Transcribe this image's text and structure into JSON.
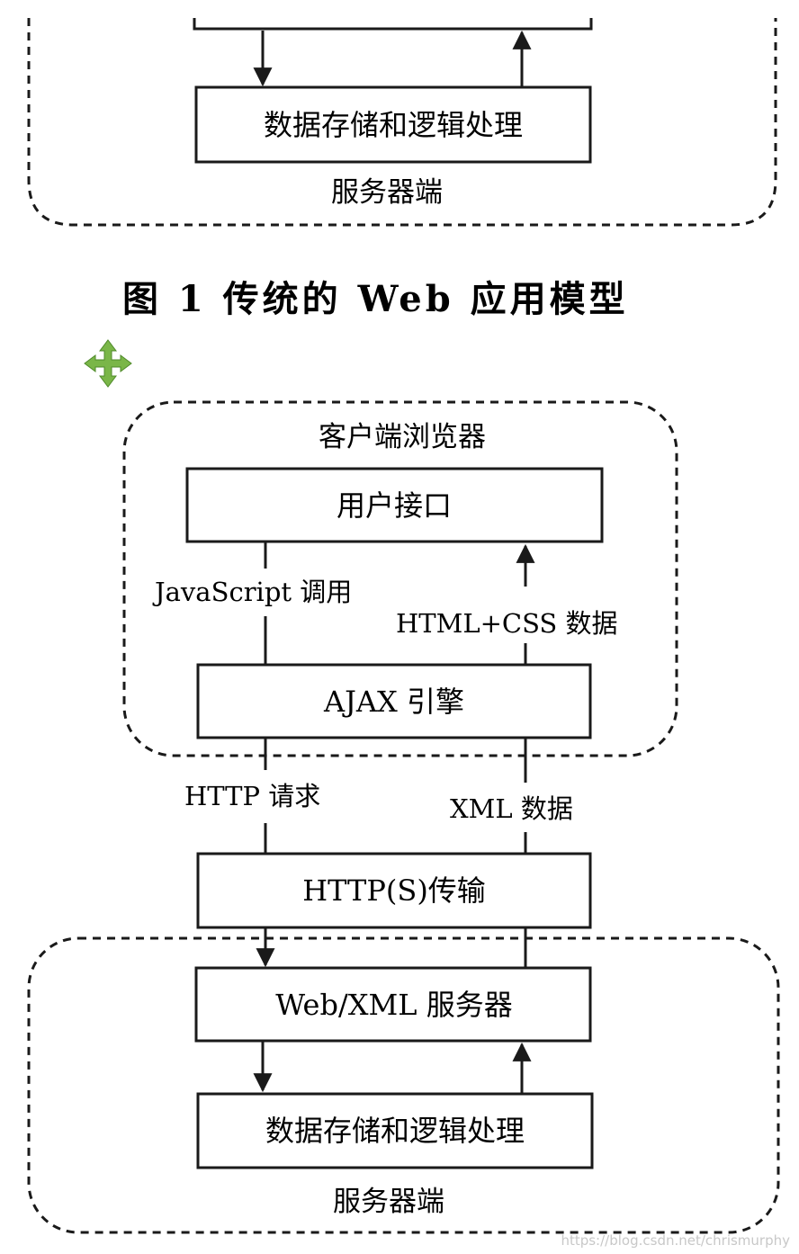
{
  "figure1": {
    "caption": "图 1   传统的 Web 应用模型",
    "server_box": "数据存储和逻辑处理",
    "server_group": "服务器端"
  },
  "figure2": {
    "client_group": "客户端浏览器",
    "user_interface": "用户接口",
    "js_call": "JavaScript 调用",
    "html_css_data": "HTML+CSS 数据",
    "ajax_engine": "AJAX 引擎",
    "http_request": "HTTP 请求",
    "xml_data": "XML 数据",
    "https_transport": "HTTP(S)传输",
    "web_xml_server": "Web/XML 服务器",
    "data_logic": "数据存储和逻辑处理",
    "server_group": "服务器端"
  },
  "watermark": "https://blog.csdn.net/chrismurphy",
  "colors": {
    "line": "#1a1a1a",
    "move_icon": "#7ab648"
  }
}
